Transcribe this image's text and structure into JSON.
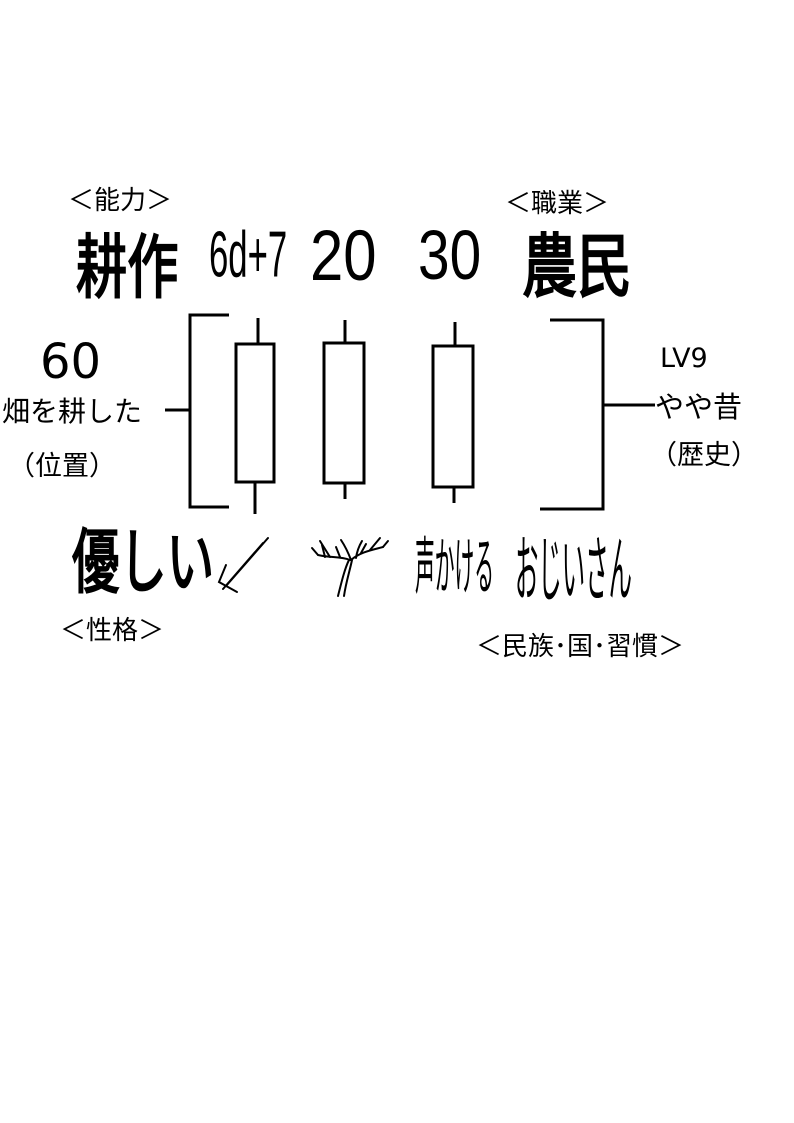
{
  "labels": {
    "ability_header": "＜能力＞",
    "ability": "耕作",
    "occupation_header": "＜職業＞",
    "occupation": "農民",
    "position_value": "60",
    "position_text": "畑を耕した",
    "position_header": "（位置）",
    "level": "LV9",
    "era": "やや昔",
    "history_header": "（歴史）",
    "personality": "優しい",
    "personality_header": "＜性格＞",
    "voice": "声かける",
    "grandpa": "おじいさん",
    "culture_header": "＜民族･国･習慣＞"
  },
  "stats": [
    "6d+7",
    "20",
    "30"
  ],
  "icons": [
    "hoe-icon",
    "tree-icon"
  ]
}
